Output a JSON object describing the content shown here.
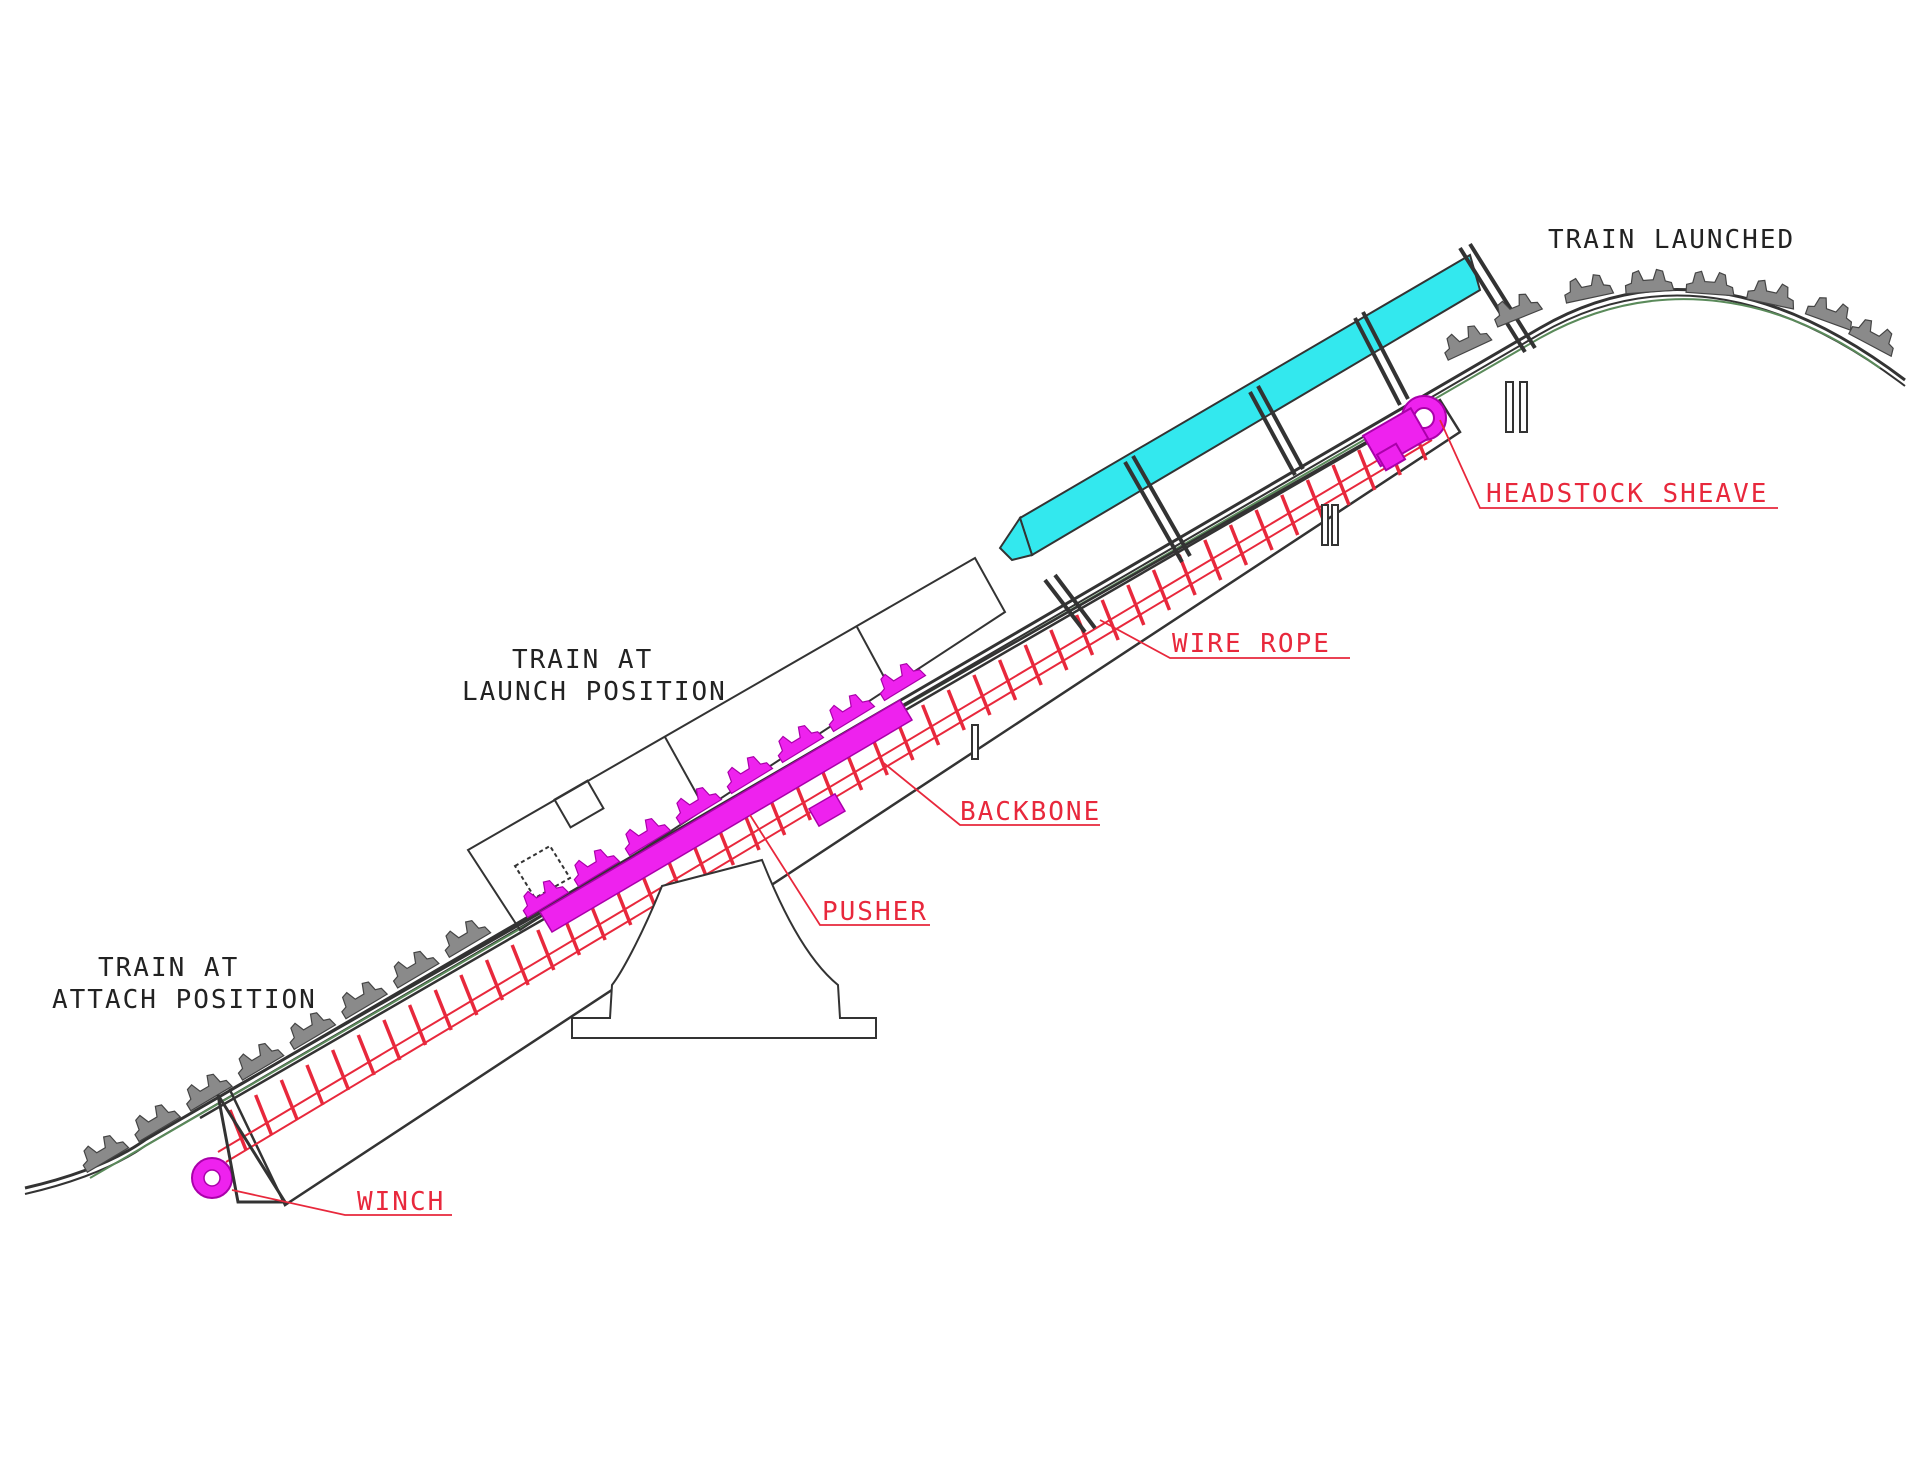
{
  "labels": {
    "train_launched": "TRAIN LAUNCHED",
    "train_at_launch_line1": "TRAIN AT",
    "train_at_launch_line2": "LAUNCH POSITION",
    "train_at_attach_line1": "TRAIN AT",
    "train_at_attach_line2": "ATTACH POSITION",
    "headstock_sheave": "HEADSTOCK SHEAVE",
    "wire_rope": "WIRE ROPE",
    "backbone": "BACKBONE",
    "pusher": "PUSHER",
    "winch": "WINCH"
  },
  "colors": {
    "callout_red": "#e8283c",
    "pusher_magenta": "#ee22ee",
    "launched_cyan": "#33e8ee",
    "structure_dark": "#333333",
    "car_gray": "#7a7a7a",
    "track_green": "#5a8a5a"
  }
}
